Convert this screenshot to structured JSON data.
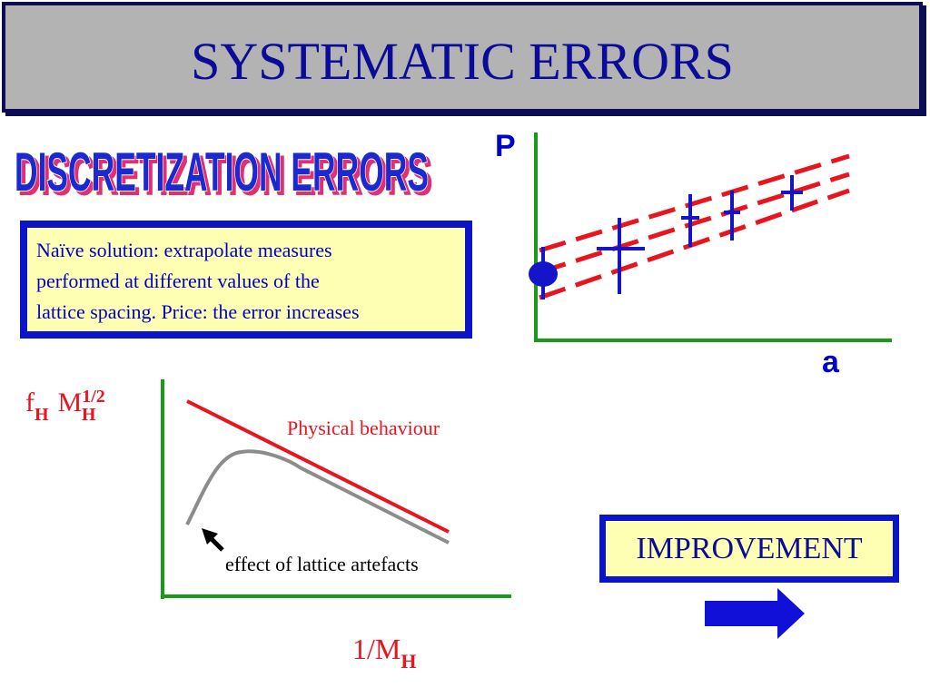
{
  "title": "SYSTEMATIC ERRORS",
  "subtitle": "DISCRETIZATION ERRORS",
  "note_lines": [
    "Naïve solution: extrapolate measures",
    "performed at different values of  the",
    "lattice spacing. Price: the error increases"
  ],
  "top_plot": {
    "y_label": "P",
    "x_label": "a"
  },
  "bottom_plot": {
    "y_label": {
      "f": "f",
      "f_sub": "H",
      "m": "M",
      "m_sup": "1/2",
      "m_sub": "H"
    },
    "x_label": {
      "base": "1/M",
      "sub": "H"
    },
    "physical_label": "Physical behaviour",
    "artefact_label": "effect of lattice artefacts"
  },
  "improvement_label": "IMPROVEMENT",
  "colors": {
    "title_bg": "#b3b3b3",
    "title_text": "#0b0b9a",
    "box_border": "#0a14c8",
    "box_fill": "#ffffb4",
    "axis": "#1a9a1a",
    "red": "#e8141e",
    "blue": "#1414c8",
    "gray": "#8c8c8c"
  }
}
